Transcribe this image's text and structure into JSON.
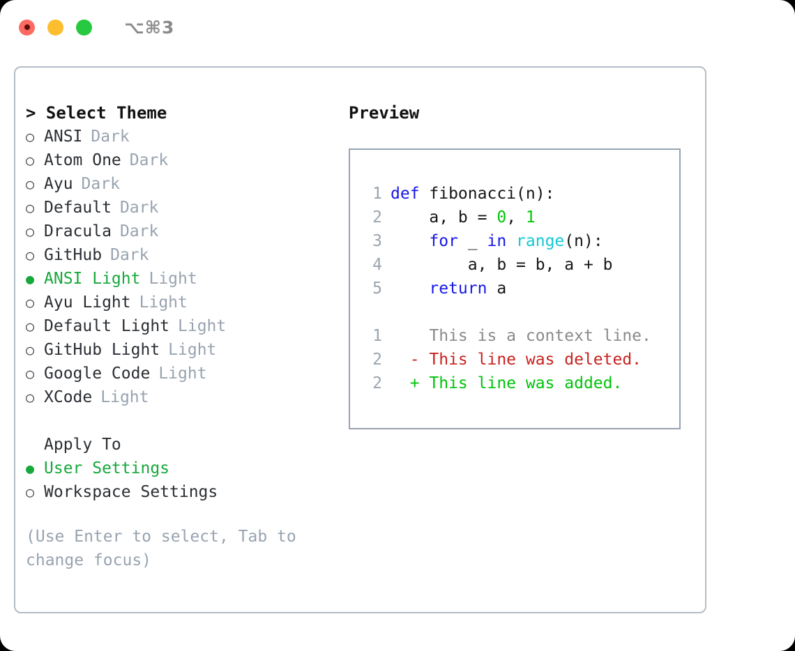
{
  "titlebar": {
    "shortcut": "⌥⌘3",
    "lights": [
      {
        "name": "close-button",
        "color": "#fc6a61"
      },
      {
        "name": "minimize-button",
        "color": "#fcbe2f"
      },
      {
        "name": "maximize-button",
        "color": "#26c93f"
      }
    ]
  },
  "colors": {
    "selected_green": "#17a83c",
    "tag_gray": "#98a3b0",
    "text_dark": "#2a2e33",
    "border_panel": "#b3bcc6",
    "border_preview": "#97a3b0",
    "keyword_blue": "#1616e8",
    "function_cyan": "#14c8d4",
    "number_green": "#00c40a",
    "diff_deleted_red": "#c8221f",
    "diff_added_green": "#00c40a",
    "linenumber_gray": "#9aa4ae"
  },
  "theme_picker": {
    "title": "> Select Theme",
    "marker_selected": "●",
    "marker_unselected": "○",
    "items": [
      {
        "name": "ANSI",
        "tag": "Dark",
        "selected": false
      },
      {
        "name": "Atom One",
        "tag": "Dark",
        "selected": false
      },
      {
        "name": "Ayu",
        "tag": "Dark",
        "selected": false
      },
      {
        "name": "Default",
        "tag": "Dark",
        "selected": false
      },
      {
        "name": "Dracula",
        "tag": "Dark",
        "selected": false
      },
      {
        "name": "GitHub",
        "tag": "Dark",
        "selected": false
      },
      {
        "name": "ANSI Light",
        "tag": "Light",
        "selected": true
      },
      {
        "name": "Ayu Light",
        "tag": "Light",
        "selected": false
      },
      {
        "name": "Default Light",
        "tag": "Light",
        "selected": false
      },
      {
        "name": "GitHub Light",
        "tag": "Light",
        "selected": false
      },
      {
        "name": "Google Code",
        "tag": "Light",
        "selected": false
      },
      {
        "name": "XCode",
        "tag": "Light",
        "selected": false
      }
    ]
  },
  "apply_to": {
    "label": "Apply To",
    "items": [
      {
        "name": "User Settings",
        "selected": true
      },
      {
        "name": "Workspace Settings",
        "selected": false
      }
    ]
  },
  "hint": "(Use Enter to select, Tab to change focus)",
  "preview": {
    "title": "Preview",
    "code_lines": [
      {
        "lineno": "1",
        "tokens": [
          {
            "text": "def",
            "type": "kw"
          },
          {
            "text": " fibonacci(n):",
            "type": "pln"
          }
        ]
      },
      {
        "lineno": "2",
        "tokens": [
          {
            "text": "    a, b = ",
            "type": "pln"
          },
          {
            "text": "0",
            "type": "num"
          },
          {
            "text": ", ",
            "type": "pln"
          },
          {
            "text": "1",
            "type": "num"
          }
        ]
      },
      {
        "lineno": "3",
        "tokens": [
          {
            "text": "    ",
            "type": "pln"
          },
          {
            "text": "for",
            "type": "kw"
          },
          {
            "text": " _ ",
            "type": "pln"
          },
          {
            "text": "in",
            "type": "kw"
          },
          {
            "text": " ",
            "type": "pln"
          },
          {
            "text": "range",
            "type": "fn"
          },
          {
            "text": "(n):",
            "type": "pln"
          }
        ]
      },
      {
        "lineno": "4",
        "tokens": [
          {
            "text": "        a, b = b, a + b",
            "type": "pln"
          }
        ]
      },
      {
        "lineno": "5",
        "tokens": [
          {
            "text": "    ",
            "type": "pln"
          },
          {
            "text": "return",
            "type": "kw"
          },
          {
            "text": " a",
            "type": "pln"
          }
        ]
      }
    ],
    "diff_lines": [
      {
        "lineno": "1",
        "marker": " ",
        "text": " This is a context line.",
        "type": "ctx"
      },
      {
        "lineno": "2",
        "marker": "-",
        "text": " This line was deleted.",
        "type": "del"
      },
      {
        "lineno": "2",
        "marker": "+",
        "text": " This line was added.",
        "type": "add"
      }
    ]
  }
}
